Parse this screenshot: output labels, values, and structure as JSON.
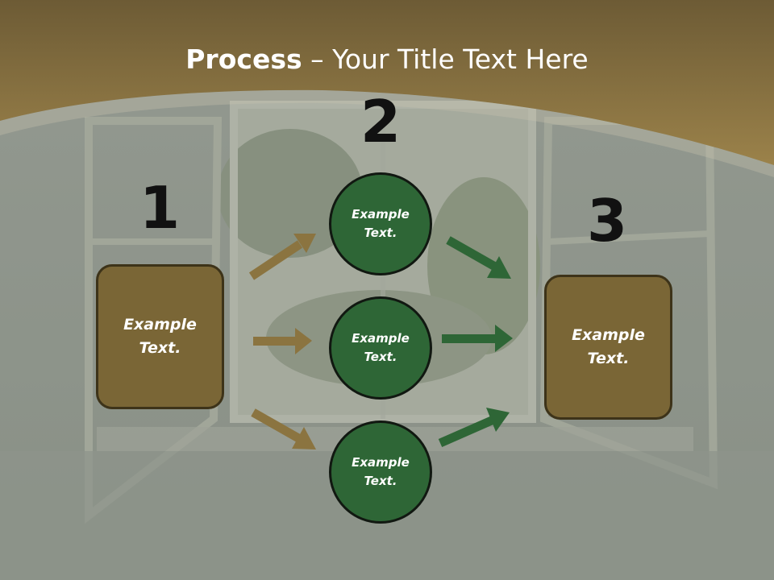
{
  "slide": {
    "title_bold": "Process",
    "title_rest": " – Your Title Text Here"
  },
  "steps": {
    "one": {
      "number": "1",
      "label": "Example\nText."
    },
    "two": {
      "number": "2"
    },
    "three": {
      "number": "3",
      "label": "Example\nText."
    }
  },
  "circles": [
    {
      "label": "Example\nText."
    },
    {
      "label": "Example\nText."
    },
    {
      "label": "Example\nText."
    }
  ],
  "colors": {
    "header_band": "#7d6a3f",
    "box_fill": "#7a6636",
    "circle_fill": "#2e6636",
    "arrow_brown": "#8b7440",
    "arrow_green": "#2e6636"
  }
}
